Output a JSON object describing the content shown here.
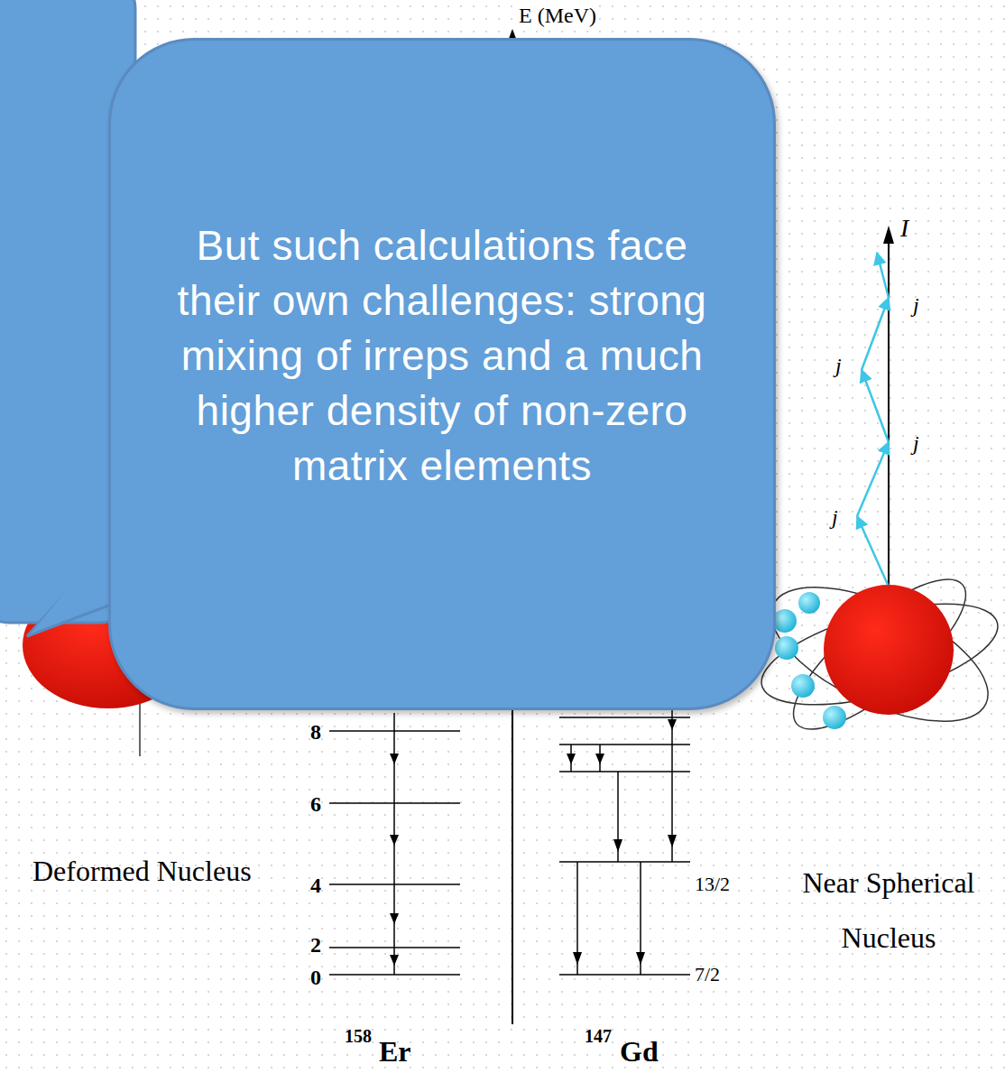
{
  "diagram": {
    "nodes": [
      {
        "text": [
          "But such calculations face their own challenges: strong mixing of irreps and a much higher density of non-zero matrix elements"
        ]
      }
    ],
    "labels": [
      "E (MeV)",
      "I",
      "j",
      "j",
      "j",
      "j",
      "8",
      "6",
      "4",
      "2",
      "0",
      "Deformed Nucleus",
      "13/2",
      "7/2",
      "Near Spherical Nucleus",
      "158",
      "Er",
      "147",
      "Gd"
    ]
  }
}
